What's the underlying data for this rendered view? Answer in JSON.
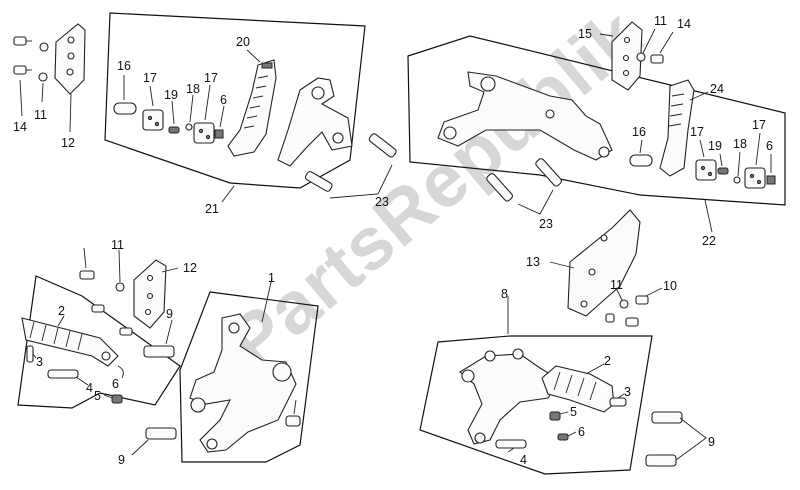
{
  "watermark": "PartsRepublik",
  "callouts": {
    "c1": "1",
    "c2a": "2",
    "c2b": "2",
    "c3a": "3",
    "c3b": "3",
    "c4a": "4",
    "c4b": "4",
    "c5a": "5",
    "c5b": "5",
    "c6a": "6",
    "c6b": "6",
    "c6c": "6",
    "c6d": "6",
    "c8": "8",
    "c9a": "9",
    "c9b": "9",
    "c9c": "9",
    "c10": "10",
    "c11a": "11",
    "c11b": "11",
    "c11c": "11",
    "c11d": "11",
    "c12a": "12",
    "c12b": "12",
    "c13": "13",
    "c14a": "14",
    "c14b": "14",
    "c15": "15",
    "c16a": "16",
    "c16b": "16",
    "c17a": "17",
    "c17b": "17",
    "c17c": "17",
    "c17d": "17",
    "c18a": "18",
    "c18b": "18",
    "c19a": "19",
    "c19b": "19",
    "c20": "20",
    "c21": "21",
    "c22": "22",
    "c23a": "23",
    "c23b": "23",
    "c24": "24"
  }
}
